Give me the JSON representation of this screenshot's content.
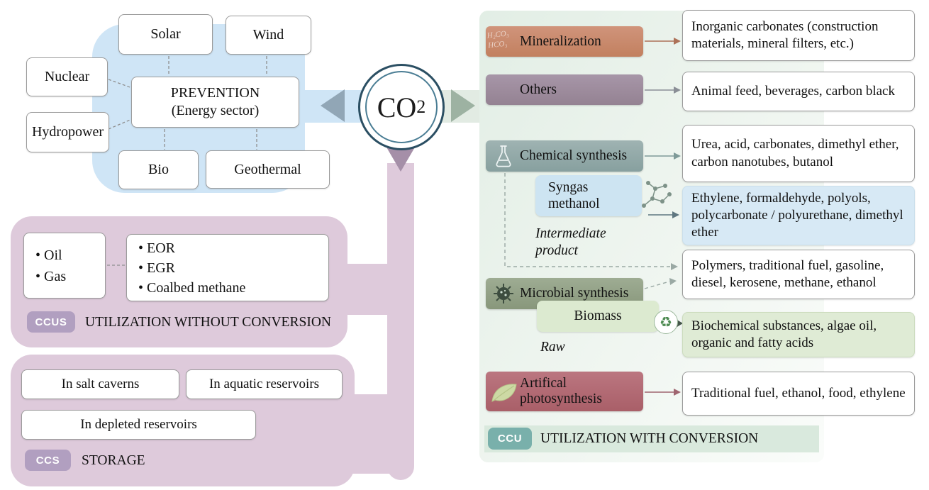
{
  "center": {
    "co2_main": "CO",
    "co2_sub": "2"
  },
  "prevention": {
    "solar": "Solar",
    "wind": "Wind",
    "nuclear": "Nuclear",
    "hydropower": "Hydropower",
    "bio": "Bio",
    "geothermal": "Geothermal",
    "main_line1": "PREVENTION",
    "main_line2": "(Energy sector)"
  },
  "utilization_without": {
    "badge": "CCUS",
    "title": "UTILIZATION WITHOUT CONVERSION",
    "sources": [
      "• Oil",
      "• Gas"
    ],
    "methods": [
      "• EOR",
      "• EGR",
      "• Coalbed methane"
    ]
  },
  "storage": {
    "badge": "CCS",
    "title": "STORAGE",
    "options": [
      "In salt caverns",
      "In aquatic reservoirs",
      "In depleted reservoirs"
    ]
  },
  "conversion": {
    "badge": "CCU",
    "title": "UTILIZATION WITH CONVERSION",
    "mineralization": {
      "label": "Mineralization",
      "icon_lines": [
        "H₂CO₃",
        "HCO₃"
      ],
      "result": "Inorganic carbonates (construction materials, mineral filters, etc.)"
    },
    "others": {
      "label": "Others",
      "result": "Animal feed, beverages, carbon black"
    },
    "chemical": {
      "label": "Chemical synthesis",
      "result": "Urea, acid, carbonates, dimethyl ether, carbon nanotubes, butanol"
    },
    "syngas": {
      "label": "Syngas methanol",
      "note": "Intermediate product",
      "result": "Ethylene, formaldehyde, polyols, polycarbonate / polyurethane, dimethyl ether"
    },
    "polymers_result": "Polymers, traditional fuel, gasoline, diesel, kerosene, methane, ethanol",
    "microbial": {
      "label": "Microbial synthesis"
    },
    "biomass": {
      "label": "Biomass",
      "note": "Raw",
      "recycle_icon": "♻",
      "result": "Biochemical substances, algae oil, organic and fatty acids"
    },
    "photosynthesis": {
      "label": "Artifical photosynthesis",
      "result": "Traditional fuel, ethanol, food, ethylene"
    }
  },
  "colors": {
    "prevention_blob": "#cfe5f6",
    "pink_blob": "#decadb",
    "panel_green": "#e2eee5",
    "mineralization": "#c8876c",
    "others": "#9b8a9c",
    "chemical": "#92a9a8",
    "syngas_box": "#cde4f2",
    "microbial": "#93a287",
    "biomass_box": "#dcead0",
    "photosynthesis": "#b26a74",
    "ccu_badge": "#79b0ab",
    "ccus_badge": "#b19fc0",
    "left_arrow": "#91a6b6",
    "right_arrow": "#9db2a2",
    "down_arrow": "#a58fa8"
  }
}
